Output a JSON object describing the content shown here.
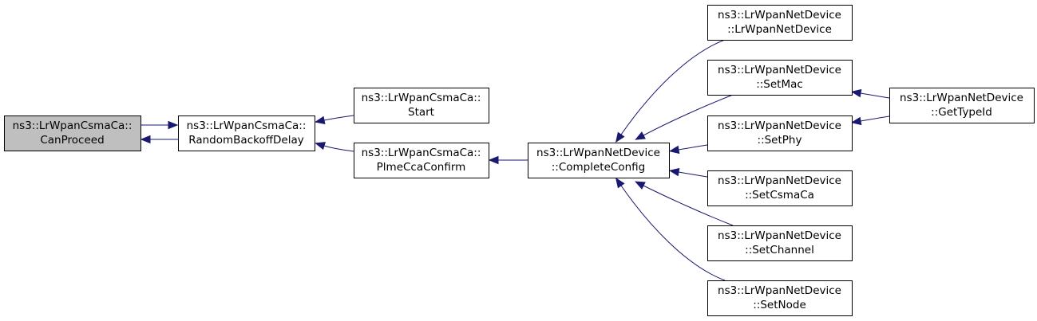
{
  "diagram": {
    "nodes": [
      {
        "id": "canproceed",
        "lines": [
          "ns3::LrWpanCsmaCa::",
          "CanProceed"
        ],
        "highlighted": true
      },
      {
        "id": "randombackoff",
        "lines": [
          "ns3::LrWpanCsmaCa::",
          "RandomBackoffDelay"
        ]
      },
      {
        "id": "start",
        "lines": [
          "ns3::LrWpanCsmaCa::",
          "Start"
        ]
      },
      {
        "id": "plmecca",
        "lines": [
          "ns3::LrWpanCsmaCa::",
          "PlmeCcaConfirm"
        ]
      },
      {
        "id": "completeconfig",
        "lines": [
          "ns3::LrWpanNetDevice",
          "::CompleteConfig"
        ]
      },
      {
        "id": "ctor",
        "lines": [
          "ns3::LrWpanNetDevice",
          "::LrWpanNetDevice"
        ]
      },
      {
        "id": "setmac",
        "lines": [
          "ns3::LrWpanNetDevice",
          "::SetMac"
        ]
      },
      {
        "id": "setphy",
        "lines": [
          "ns3::LrWpanNetDevice",
          "::SetPhy"
        ]
      },
      {
        "id": "setcsmaca",
        "lines": [
          "ns3::LrWpanNetDevice",
          "::SetCsmaCa"
        ]
      },
      {
        "id": "setchannel",
        "lines": [
          "ns3::LrWpanNetDevice",
          "::SetChannel"
        ]
      },
      {
        "id": "setnode",
        "lines": [
          "ns3::LrWpanNetDevice",
          "::SetNode"
        ]
      },
      {
        "id": "gettypeid",
        "lines": [
          "ns3::LrWpanNetDevice",
          "::GetTypeId"
        ]
      }
    ],
    "edges": [
      {
        "from": "canproceed",
        "to": "randombackoff"
      },
      {
        "from": "randombackoff",
        "to": "canproceed"
      },
      {
        "from": "start",
        "to": "randombackoff"
      },
      {
        "from": "plmecca",
        "to": "randombackoff"
      },
      {
        "from": "completeconfig",
        "to": "plmecca"
      },
      {
        "from": "ctor",
        "to": "completeconfig"
      },
      {
        "from": "setmac",
        "to": "completeconfig"
      },
      {
        "from": "setphy",
        "to": "completeconfig"
      },
      {
        "from": "setcsmaca",
        "to": "completeconfig"
      },
      {
        "from": "setchannel",
        "to": "completeconfig"
      },
      {
        "from": "setnode",
        "to": "completeconfig"
      },
      {
        "from": "gettypeid",
        "to": "setmac"
      },
      {
        "from": "gettypeid",
        "to": "setphy"
      }
    ],
    "colors": {
      "edge": "#191970",
      "node_fill": "#ffffff",
      "highlight_fill": "#bfbfbf",
      "border": "#000000"
    }
  }
}
